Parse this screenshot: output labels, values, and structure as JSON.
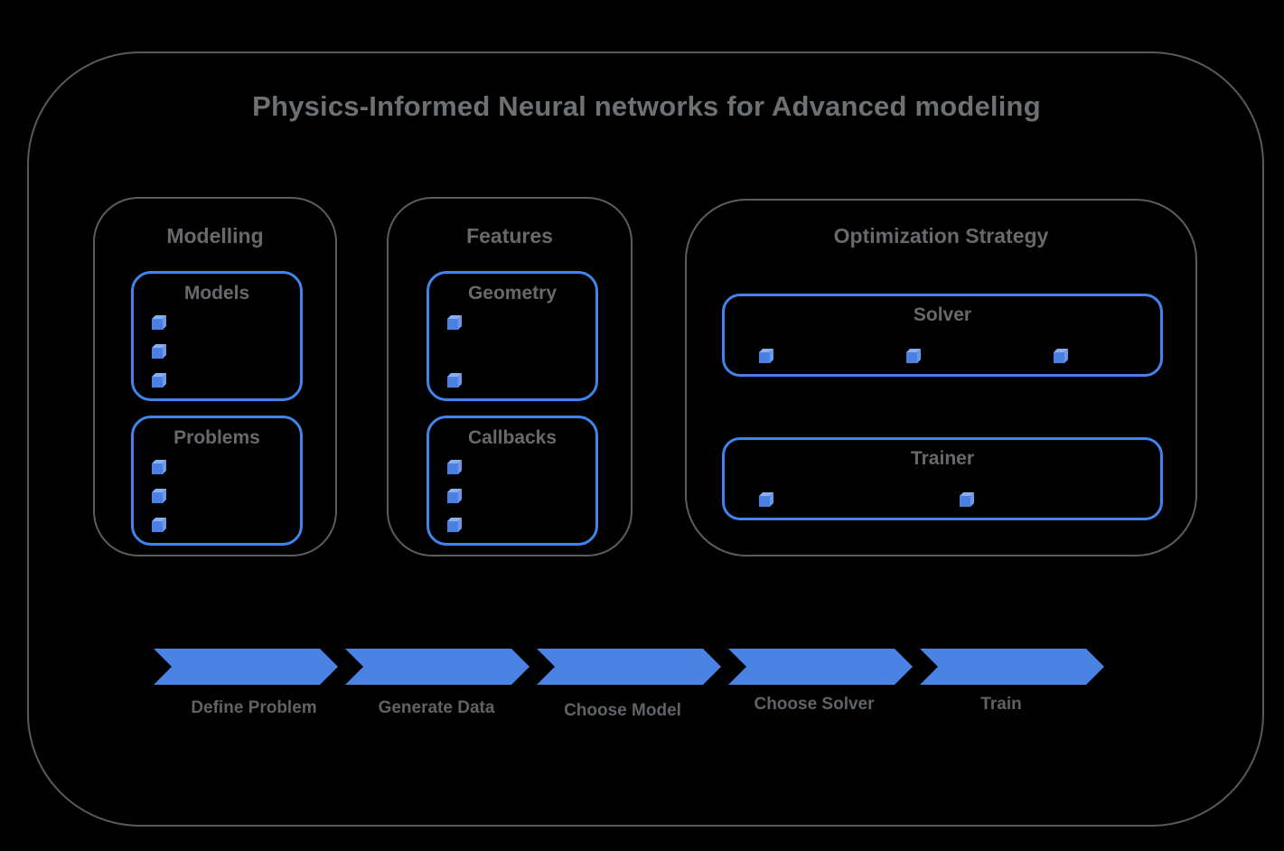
{
  "title": "Physics-Informed Neural networks for Advanced modeling",
  "colors": {
    "background": "#000000",
    "outline_gray": "#58595b",
    "text_gray": "#67696c",
    "accent_blue_border": "#4184f0",
    "arrow_blue": "#4a83e4",
    "cube_front": "#4a80e2",
    "cube_top": "#8ab0f2",
    "cube_side": "#6d97e8"
  },
  "sections": [
    {
      "id": "modelling",
      "label": "Modelling",
      "boxes": [
        {
          "label": "Models",
          "bullets": 3
        },
        {
          "label": "Problems",
          "bullets": 3
        }
      ]
    },
    {
      "id": "features",
      "label": "Features",
      "boxes": [
        {
          "label": "Geometry",
          "bullets": 2
        },
        {
          "label": "Callbacks",
          "bullets": 3
        }
      ]
    },
    {
      "id": "optimization",
      "label": "Optimization Strategy",
      "boxes": [
        {
          "label": "Solver",
          "bullets": 3
        },
        {
          "label": "Trainer",
          "bullets": 2
        }
      ]
    }
  ],
  "flow_steps": [
    {
      "label": "Define Problem"
    },
    {
      "label": "Generate Data"
    },
    {
      "label": "Choose Model"
    },
    {
      "label": "Choose Solver"
    },
    {
      "label": "Train"
    }
  ]
}
